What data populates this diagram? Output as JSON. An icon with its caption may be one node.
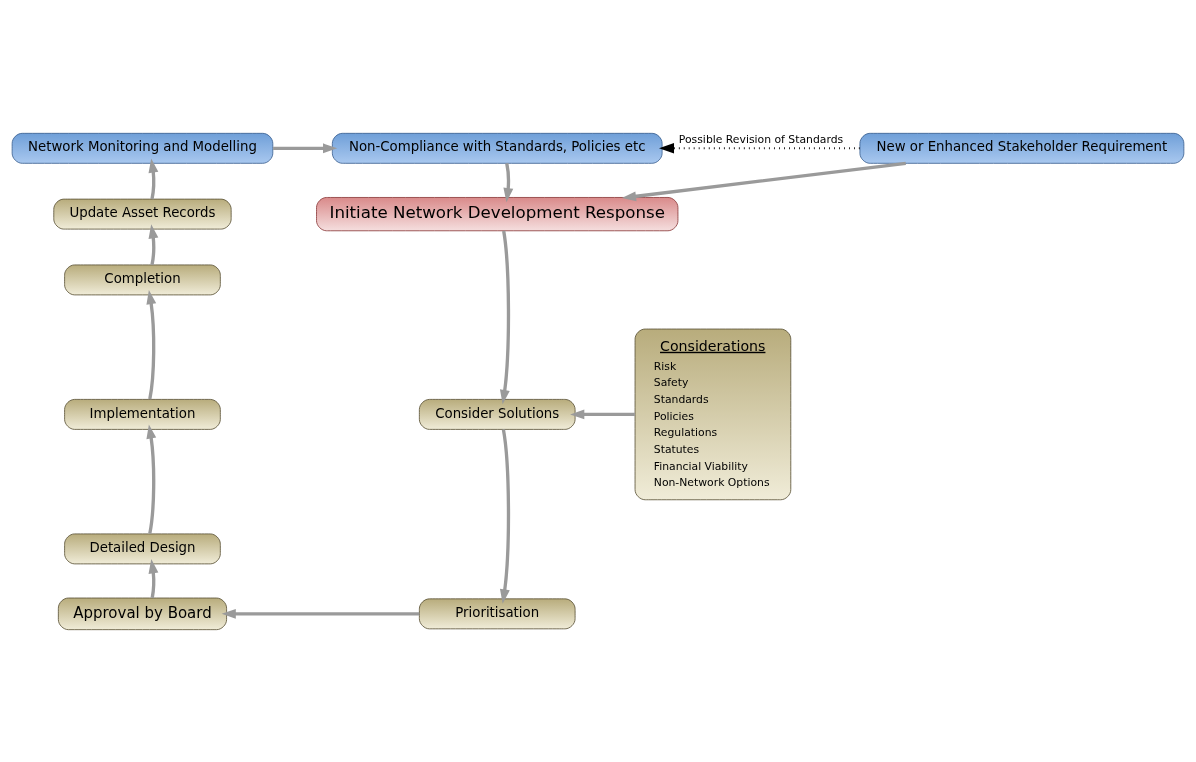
{
  "diagram": {
    "nodes": [
      {
        "text": [
          "Network Monitoring and Modelling"
        ]
      },
      {
        "text": [
          "Non-Compliance with Standards, Policies etc"
        ]
      },
      {
        "text": [
          "New or Enhanced Stakeholder Requirement"
        ]
      },
      {
        "text": [
          "Initiate Network Development Response"
        ]
      },
      {
        "text": [
          "Update Asset Records"
        ]
      },
      {
        "text": [
          "Completion"
        ]
      },
      {
        "text": [
          "Implementation"
        ]
      },
      {
        "text": [
          "Consider Solutions"
        ]
      },
      {
        "text": [
          "Considerations",
          "Risk",
          "Safety",
          "Standards",
          "Policies",
          "Regulations",
          "Statutes",
          "Financial Viability",
          "Non-Network Options"
        ]
      },
      {
        "text": [
          "Detailed Design"
        ]
      },
      {
        "text": [
          "Approval by Board"
        ]
      },
      {
        "text": [
          "Prioritisation"
        ]
      }
    ],
    "edges": [
      {
        "from": 0,
        "to": 1,
        "arrow": "to"
      },
      {
        "from": 1,
        "to": 3,
        "arrow": "to"
      },
      {
        "from": 2,
        "to": 3,
        "arrow": "to"
      },
      {
        "from": 3,
        "to": 7,
        "arrow": "to"
      },
      {
        "from": 8,
        "to": 7,
        "arrow": "to"
      },
      {
        "from": 7,
        "to": 11,
        "arrow": "to"
      },
      {
        "from": 11,
        "to": 10,
        "arrow": "to"
      },
      {
        "from": 10,
        "to": 9,
        "arrow": "to"
      },
      {
        "from": 9,
        "to": 6,
        "arrow": "to"
      },
      {
        "from": 6,
        "to": 5,
        "arrow": "to"
      },
      {
        "from": 5,
        "to": 4,
        "arrow": "to"
      },
      {
        "from": 4,
        "to": 0,
        "arrow": "to"
      },
      {
        "from": 2,
        "to": 1,
        "arrow": "to",
        "label": "Possible Revision of Standards",
        "style": "dashed",
        "color": "#000000"
      }
    ]
  }
}
